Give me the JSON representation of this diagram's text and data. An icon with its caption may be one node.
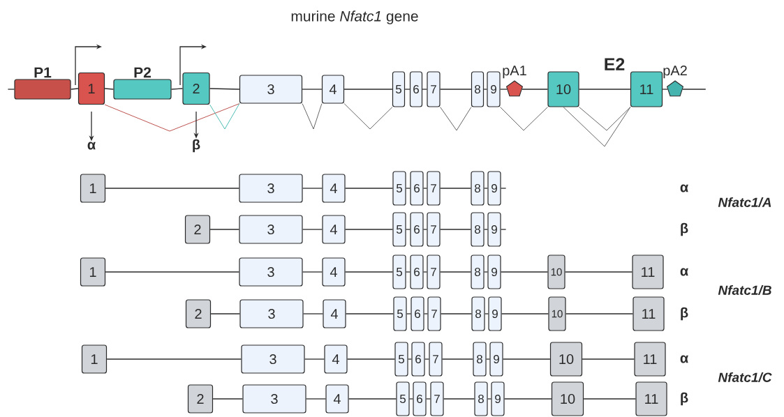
{
  "diagram": {
    "title": "murine *Nfatc1* gene",
    "nodes": [
      {
        "text": [
          "P1"
        ]
      },
      {
        "text": [
          "1"
        ]
      },
      {
        "text": [
          "P2"
        ]
      },
      {
        "text": [
          "2"
        ]
      },
      {
        "text": [
          "3"
        ]
      },
      {
        "text": [
          "4"
        ]
      },
      {
        "text": [
          "5"
        ]
      },
      {
        "text": [
          "6"
        ]
      },
      {
        "text": [
          "7"
        ]
      },
      {
        "text": [
          "8"
        ]
      },
      {
        "text": [
          "9"
        ]
      },
      {
        "text": [
          "pA1"
        ]
      },
      {
        "text": [
          "10"
        ]
      },
      {
        "text": [
          "11"
        ]
      },
      {
        "text": [
          "pA2"
        ]
      },
      {
        "text": [
          "α"
        ]
      },
      {
        "text": [
          "β"
        ]
      },
      {
        "text": [
          "1"
        ]
      },
      {
        "text": [
          "3"
        ]
      },
      {
        "text": [
          "4"
        ]
      },
      {
        "text": [
          "5"
        ]
      },
      {
        "text": [
          "6"
        ]
      },
      {
        "text": [
          "7"
        ]
      },
      {
        "text": [
          "8"
        ]
      },
      {
        "text": [
          "9"
        ]
      },
      {
        "text": [
          "2"
        ]
      },
      {
        "text": [
          "3"
        ]
      },
      {
        "text": [
          "4"
        ]
      },
      {
        "text": [
          "5"
        ]
      },
      {
        "text": [
          "6"
        ]
      },
      {
        "text": [
          "7"
        ]
      },
      {
        "text": [
          "8"
        ]
      },
      {
        "text": [
          "9"
        ]
      },
      {
        "text": [
          "1"
        ]
      },
      {
        "text": [
          "3"
        ]
      },
      {
        "text": [
          "4"
        ]
      },
      {
        "text": [
          "5"
        ]
      },
      {
        "text": [
          "6"
        ]
      },
      {
        "text": [
          "7"
        ]
      },
      {
        "text": [
          "8"
        ]
      },
      {
        "text": [
          "9"
        ]
      },
      {
        "text": [
          "10"
        ]
      },
      {
        "text": [
          "11"
        ]
      },
      {
        "text": [
          "2"
        ]
      },
      {
        "text": [
          "3"
        ]
      },
      {
        "text": [
          "4"
        ]
      },
      {
        "text": [
          "5"
        ]
      },
      {
        "text": [
          "6"
        ]
      },
      {
        "text": [
          "7"
        ]
      },
      {
        "text": [
          "8"
        ]
      },
      {
        "text": [
          "9"
        ]
      },
      {
        "text": [
          "10"
        ]
      },
      {
        "text": [
          "11"
        ]
      },
      {
        "text": [
          "1"
        ]
      },
      {
        "text": [
          "3"
        ]
      },
      {
        "text": [
          "4"
        ]
      },
      {
        "text": [
          "5"
        ]
      },
      {
        "text": [
          "6"
        ]
      },
      {
        "text": [
          "7"
        ]
      },
      {
        "text": [
          "8"
        ]
      },
      {
        "text": [
          "9"
        ]
      },
      {
        "text": [
          "10"
        ]
      },
      {
        "text": [
          "11"
        ]
      },
      {
        "text": [
          "2"
        ]
      },
      {
        "text": [
          "3"
        ]
      },
      {
        "text": [
          "4"
        ]
      },
      {
        "text": [
          "5"
        ]
      },
      {
        "text": [
          "6"
        ]
      },
      {
        "text": [
          "7"
        ]
      },
      {
        "text": [
          "8"
        ]
      },
      {
        "text": [
          "9"
        ]
      },
      {
        "text": [
          "10"
        ]
      },
      {
        "text": [
          "11"
        ]
      }
    ],
    "edges": [
      {
        "from": null,
        "to": 0,
        "arrow": "none"
      },
      {
        "from": 0,
        "to": 1,
        "arrow": "none"
      },
      {
        "from": 1,
        "to": 2,
        "arrow": "none"
      },
      {
        "from": 2,
        "to": 3,
        "arrow": "none"
      },
      {
        "from": 3,
        "to": 4,
        "arrow": "none"
      },
      {
        "from": 4,
        "to": 5,
        "arrow": "none"
      },
      {
        "from": 5,
        "to": 6,
        "arrow": "none"
      },
      {
        "from": 6,
        "to": 7,
        "arrow": "none"
      },
      {
        "from": 7,
        "to": 8,
        "arrow": "none"
      },
      {
        "from": 8,
        "to": 9,
        "arrow": "none"
      },
      {
        "from": 9,
        "to": 10,
        "arrow": "none"
      },
      {
        "from": 10,
        "to": 11,
        "arrow": "none"
      },
      {
        "from": 11,
        "to": 12,
        "arrow": "none"
      },
      {
        "from": 12,
        "to": 13,
        "arrow": "none"
      },
      {
        "from": 13,
        "to": 14,
        "arrow": "none"
      },
      {
        "from": 14,
        "to": null,
        "arrow": "none"
      },
      {
        "from": 1,
        "to": 4,
        "arrow": "none",
        "color": "#b5403c"
      },
      {
        "from": 3,
        "to": 4,
        "arrow": "none",
        "color": "#3bb5ad"
      },
      {
        "from": 4,
        "to": 5,
        "arrow": "none",
        "color": "#555555"
      },
      {
        "from": 5,
        "to": 6,
        "arrow": "none",
        "color": "#555555"
      },
      {
        "from": 8,
        "to": 9,
        "arrow": "none",
        "color": "#555555"
      },
      {
        "from": 10,
        "to": 12,
        "arrow": "none",
        "color": "#555555"
      },
      {
        "from": 12,
        "to": 13,
        "arrow": "none",
        "color": "#555555"
      },
      {
        "from": 12,
        "to": 13,
        "arrow": "none",
        "color": "#555555"
      },
      {
        "from": 1,
        "to": 15,
        "arrow": "to"
      },
      {
        "from": 3,
        "to": 16,
        "arrow": "to"
      },
      {
        "from": 17,
        "to": 18,
        "arrow": "none"
      },
      {
        "from": 18,
        "to": 19,
        "arrow": "none"
      },
      {
        "from": 19,
        "to": 20,
        "arrow": "none"
      },
      {
        "from": 20,
        "to": 21,
        "arrow": "none"
      },
      {
        "from": 21,
        "to": 22,
        "arrow": "none"
      },
      {
        "from": 22,
        "to": 23,
        "arrow": "none"
      },
      {
        "from": 23,
        "to": 24,
        "arrow": "none"
      },
      {
        "from": 24,
        "to": null,
        "arrow": "none"
      },
      {
        "from": 25,
        "to": 26,
        "arrow": "none"
      },
      {
        "from": 26,
        "to": 27,
        "arrow": "none"
      },
      {
        "from": 27,
        "to": 28,
        "arrow": "none"
      },
      {
        "from": 28,
        "to": 29,
        "arrow": "none"
      },
      {
        "from": 29,
        "to": 30,
        "arrow": "none"
      },
      {
        "from": 30,
        "to": 31,
        "arrow": "none"
      },
      {
        "from": 31,
        "to": 32,
        "arrow": "none"
      },
      {
        "from": 32,
        "to": null,
        "arrow": "none"
      },
      {
        "from": 33,
        "to": 34,
        "arrow": "none"
      },
      {
        "from": 34,
        "to": 35,
        "arrow": "none"
      },
      {
        "from": 35,
        "to": 36,
        "arrow": "none"
      },
      {
        "from": 36,
        "to": 37,
        "arrow": "none"
      },
      {
        "from": 37,
        "to": 38,
        "arrow": "none"
      },
      {
        "from": 38,
        "to": 39,
        "arrow": "none"
      },
      {
        "from": 39,
        "to": 40,
        "arrow": "none"
      },
      {
        "from": 40,
        "to": 41,
        "arrow": "none"
      },
      {
        "from": 41,
        "to": 42,
        "arrow": "none"
      },
      {
        "from": 43,
        "to": 44,
        "arrow": "none"
      },
      {
        "from": 44,
        "to": 45,
        "arrow": "none"
      },
      {
        "from": 45,
        "to": 46,
        "arrow": "none"
      },
      {
        "from": 46,
        "to": 47,
        "arrow": "none"
      },
      {
        "from": 47,
        "to": 48,
        "arrow": "none"
      },
      {
        "from": 48,
        "to": 49,
        "arrow": "none"
      },
      {
        "from": 49,
        "to": 50,
        "arrow": "none"
      },
      {
        "from": 50,
        "to": 51,
        "arrow": "none"
      },
      {
        "from": 51,
        "to": 52,
        "arrow": "none"
      },
      {
        "from": 53,
        "to": 54,
        "arrow": "none"
      },
      {
        "from": 54,
        "to": 55,
        "arrow": "none"
      },
      {
        "from": 55,
        "to": 56,
        "arrow": "none"
      },
      {
        "from": 56,
        "to": 57,
        "arrow": "none"
      },
      {
        "from": 57,
        "to": 58,
        "arrow": "none"
      },
      {
        "from": 58,
        "to": 59,
        "arrow": "none"
      },
      {
        "from": 59,
        "to": 60,
        "arrow": "none"
      },
      {
        "from": 60,
        "to": 61,
        "arrow": "none"
      },
      {
        "from": 61,
        "to": 62,
        "arrow": "none"
      },
      {
        "from": 63,
        "to": 64,
        "arrow": "none"
      },
      {
        "from": 64,
        "to": 65,
        "arrow": "none"
      },
      {
        "from": 65,
        "to": 66,
        "arrow": "none"
      },
      {
        "from": 66,
        "to": 67,
        "arrow": "none"
      },
      {
        "from": 67,
        "to": 68,
        "arrow": "none"
      },
      {
        "from": 68,
        "to": 69,
        "arrow": "none"
      },
      {
        "from": 69,
        "to": 70,
        "arrow": "none"
      },
      {
        "from": 70,
        "to": 71,
        "arrow": "none"
      },
      {
        "from": 71,
        "to": 72,
        "arrow": "none"
      }
    ],
    "labels": [
      "E2",
      "α",
      "Nfatc1/A",
      "β",
      "α",
      "Nfatc1/B",
      "β",
      "α",
      "Nfatc1/C",
      "β"
    ]
  }
}
